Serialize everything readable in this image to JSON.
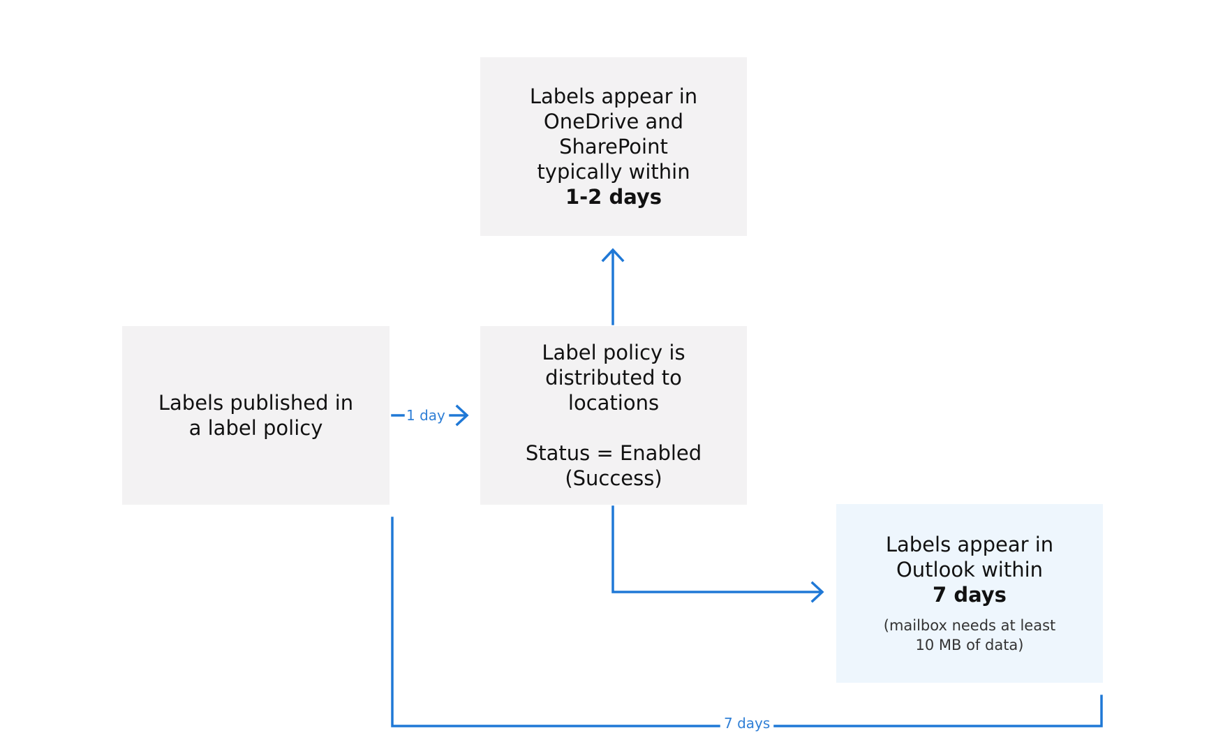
{
  "boxes": {
    "onedrive": {
      "line1": "Labels appear in",
      "line2": "OneDrive and",
      "line3": "SharePoint",
      "line4": "typically within",
      "emphasis": "1-2 days"
    },
    "published": {
      "line1": "Labels published in",
      "line2": "a label policy"
    },
    "distributed": {
      "line1": "Label policy is",
      "line2": "distributed to",
      "line3": "locations",
      "status1": "Status = Enabled",
      "status2": "(Success)"
    },
    "outlook": {
      "line1": "Labels appear in",
      "line2": "Outlook within",
      "emphasis": "7 days",
      "note1": "(mailbox needs at least",
      "note2": "10 MB of data)"
    }
  },
  "connectors": {
    "published_to_distributed": "1 day",
    "published_to_outlook": "7 days"
  },
  "colors": {
    "connector": "#1f78d6",
    "box_gray": "#f3f2f3",
    "box_blue": "#eef6fd"
  }
}
